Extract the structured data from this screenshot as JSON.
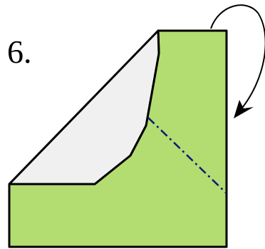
{
  "step": {
    "number": "6."
  },
  "colors": {
    "paper_front": "#b3dc71",
    "paper_back": "#f0f0f0",
    "outline": "#000000",
    "fold_line": "#0a1a7a",
    "arrow": "#000000"
  },
  "fold_line_style": "dash-dot",
  "arrow_direction": "turn-over"
}
